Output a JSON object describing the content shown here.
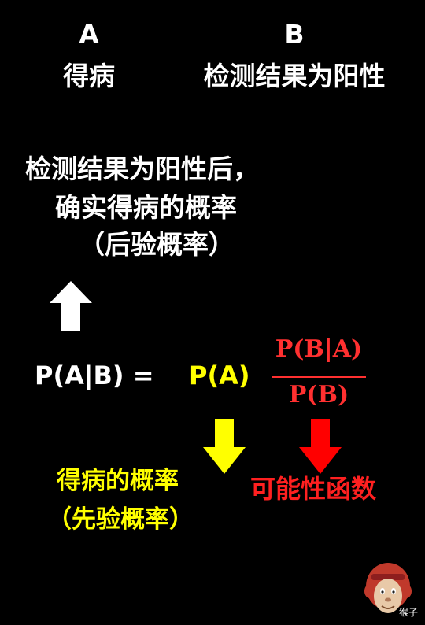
{
  "events": {
    "a_letter": "A",
    "a_label": "得病",
    "b_letter": "B",
    "b_label": "检测结果为阳性"
  },
  "posterior": {
    "line1": "检测结果为阳性后，",
    "line2": "确实得病的概率",
    "line3": "（后验概率）"
  },
  "formula": {
    "lhs": "P(A|B) =",
    "prior": "P(A)",
    "numerator": "P(B|A)",
    "denominator": "P(B)"
  },
  "annotations": {
    "prior_line1": "得病的概率",
    "prior_line2": "（先验概率）",
    "likelihood": "可能性函数"
  },
  "watermark": {
    "text": "猴子"
  },
  "colors": {
    "background": "#000000",
    "text": "#ffffff",
    "prior": "#ffff00",
    "likelihood": "#ff2020",
    "up_arrow": "#ffffff",
    "yellow_arrow": "#ffff00",
    "red_arrow": "#ff0000"
  },
  "icons": {
    "up_arrow": "arrow-up-icon",
    "yellow_down_arrow": "arrow-down-icon",
    "red_down_arrow": "arrow-down-icon",
    "watermark_logo": "monkey-logo-icon"
  }
}
